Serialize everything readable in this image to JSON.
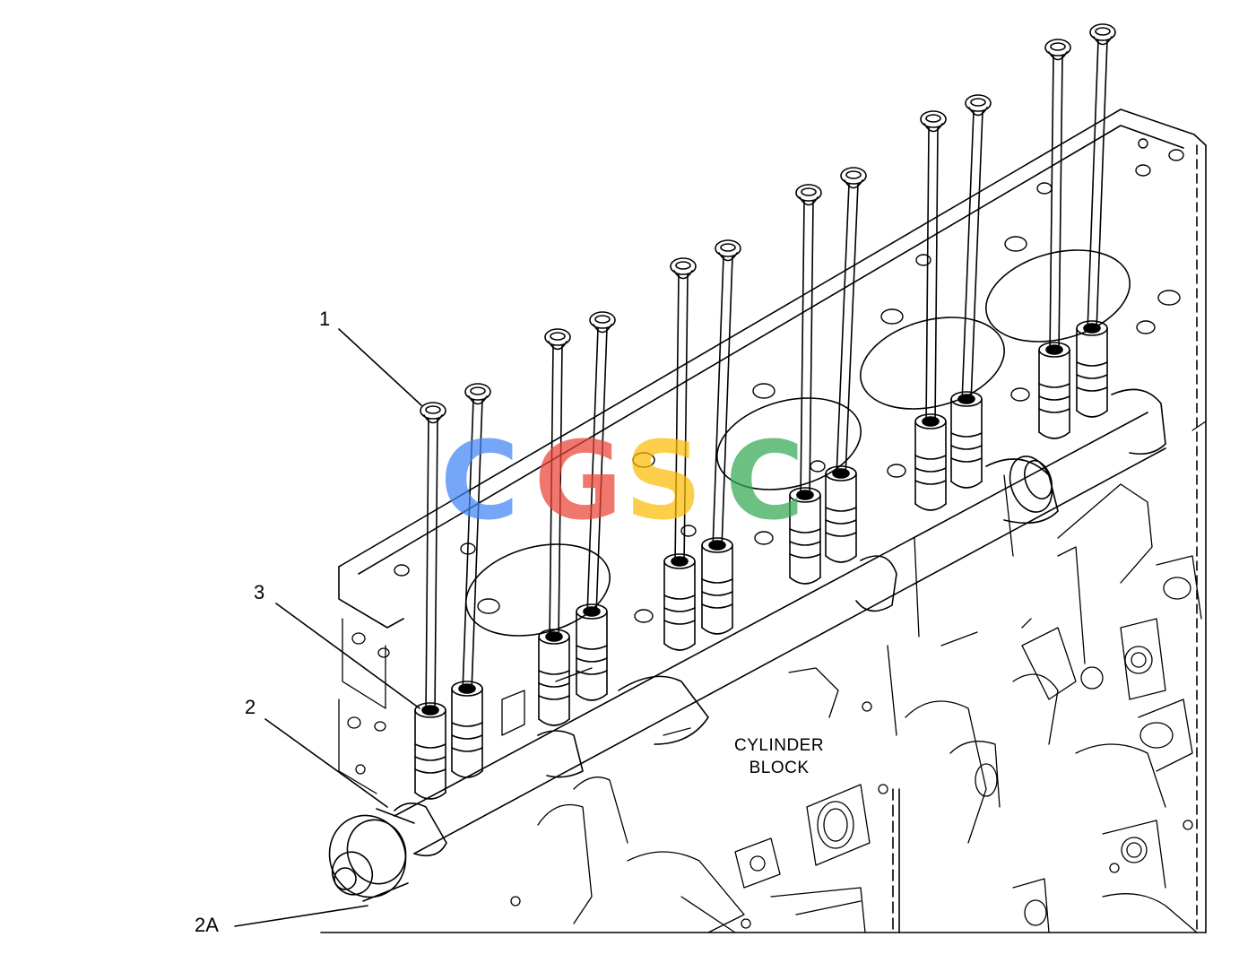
{
  "callouts": {
    "c1": "1",
    "c2": "2",
    "c2a": "2A",
    "c3": "3"
  },
  "block_label": {
    "line1": "CYLINDER",
    "line2": "BLOCK"
  },
  "watermark": {
    "letters": [
      "C",
      "G",
      "S",
      "C"
    ],
    "colors": [
      "#4285F4",
      "#EA4335",
      "#FBBC05",
      "#34A853"
    ]
  }
}
